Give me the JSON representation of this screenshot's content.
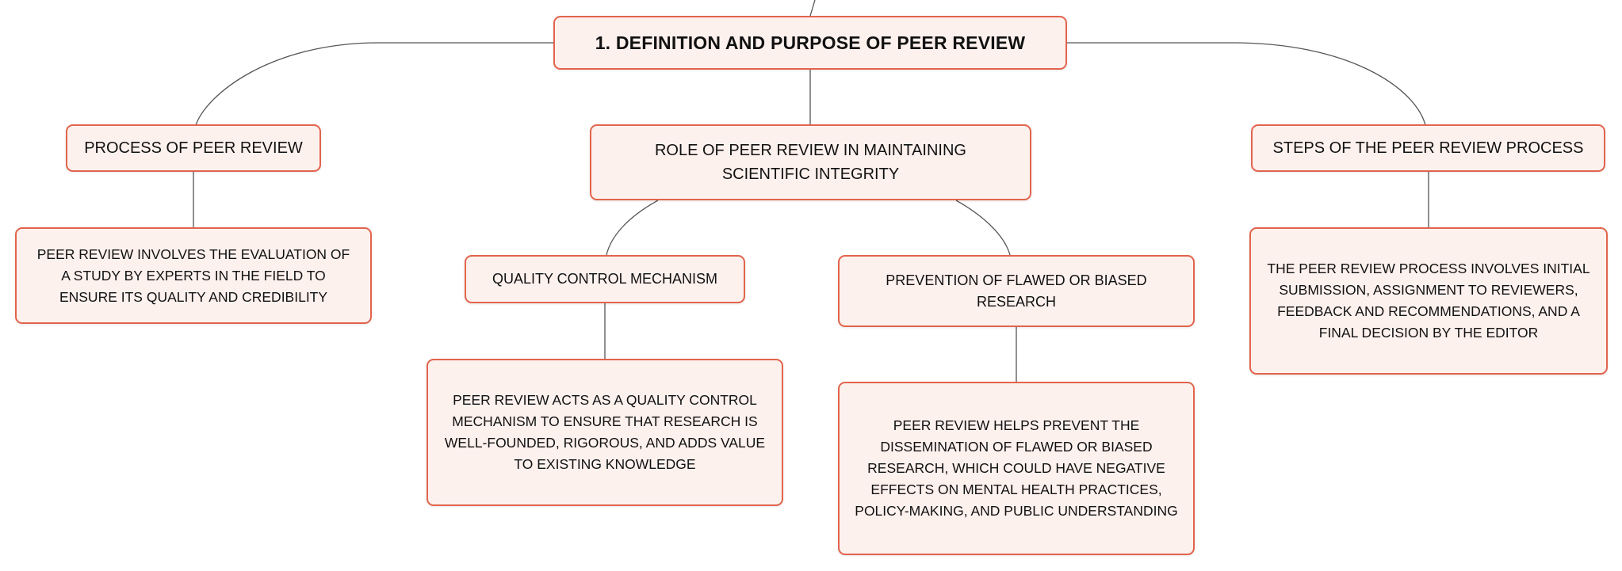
{
  "colors": {
    "node_fill": "#fdf1ee",
    "node_border": "#e2644c",
    "connector": "#555555",
    "text": "#111111"
  },
  "diagram": {
    "root": {
      "label": "1. DEFINITION AND PURPOSE OF PEER REVIEW"
    },
    "branches": {
      "process": {
        "label": "PROCESS OF PEER REVIEW",
        "detail": "PEER REVIEW INVOLVES THE EVALUATION OF A STUDY BY EXPERTS IN THE FIELD TO ENSURE ITS QUALITY AND CREDIBILITY"
      },
      "role": {
        "label": "ROLE OF PEER REVIEW IN MAINTAINING SCIENTIFIC INTEGRITY",
        "children": {
          "quality": {
            "label": "QUALITY CONTROL MECHANISM",
            "detail": "PEER REVIEW ACTS AS A QUALITY CONTROL MECHANISM TO ENSURE THAT RESEARCH IS WELL-FOUNDED, RIGOROUS, AND ADDS VALUE TO EXISTING KNOWLEDGE"
          },
          "prevention": {
            "label": "PREVENTION OF FLAWED OR BIASED RESEARCH",
            "detail": "PEER REVIEW HELPS PREVENT THE DISSEMINATION OF FLAWED OR BIASED RESEARCH, WHICH COULD HAVE NEGATIVE EFFECTS ON MENTAL HEALTH PRACTICES, POLICY-MAKING, AND PUBLIC UNDERSTANDING"
          }
        }
      },
      "steps": {
        "label": "STEPS OF THE PEER REVIEW PROCESS",
        "detail": "THE PEER REVIEW PROCESS INVOLVES INITIAL SUBMISSION, ASSIGNMENT TO REVIEWERS, FEEDBACK AND RECOMMENDATIONS, AND A FINAL DECISION BY THE EDITOR"
      }
    }
  }
}
